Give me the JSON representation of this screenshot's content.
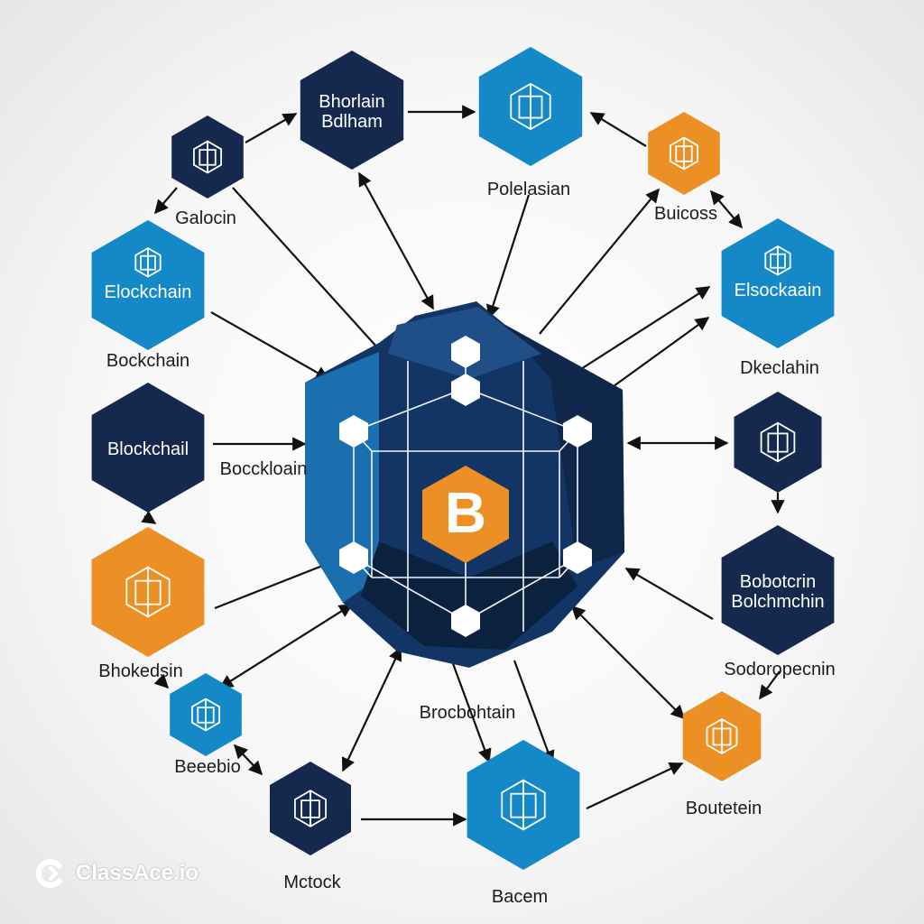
{
  "colors": {
    "navy": "#14294d",
    "blue": "#1588c8",
    "orange": "#ec8f25",
    "line": "#111111"
  },
  "center": {
    "symbol": "B"
  },
  "nodes": [
    {
      "id": "n1",
      "color": "navy",
      "inner_text": [
        "Bhorlain",
        "Bdlham"
      ],
      "icon": null
    },
    {
      "id": "n2",
      "color": "blue",
      "inner_text": [],
      "icon": "cube-icon"
    },
    {
      "id": "n3",
      "color": "navy",
      "inner_text": [],
      "icon": "cube-icon"
    },
    {
      "id": "n4",
      "color": "orange",
      "inner_text": [],
      "icon": "cube-icon"
    },
    {
      "id": "n5",
      "color": "blue",
      "inner_text": [
        "Elockchain"
      ],
      "icon": "cube-icon"
    },
    {
      "id": "n6",
      "color": "blue",
      "inner_text": [
        "Elsockaain"
      ],
      "icon": "cube-icon"
    },
    {
      "id": "n7",
      "color": "navy",
      "inner_text": [
        "Blockchail"
      ],
      "icon": null
    },
    {
      "id": "n8",
      "color": "navy",
      "inner_text": [],
      "icon": "cube-icon"
    },
    {
      "id": "n9",
      "color": "orange",
      "inner_text": [],
      "icon": "cube-icon"
    },
    {
      "id": "n10",
      "color": "navy",
      "inner_text": [
        "Bobotcrin",
        "Bolchmchin"
      ],
      "icon": null
    },
    {
      "id": "n11",
      "color": "blue",
      "inner_text": [],
      "icon": "cube-icon"
    },
    {
      "id": "n12",
      "color": "orange",
      "inner_text": [],
      "icon": "cube-icon"
    },
    {
      "id": "n13",
      "color": "navy",
      "inner_text": [],
      "icon": "cube-icon"
    },
    {
      "id": "n14",
      "color": "blue",
      "inner_text": [],
      "icon": "cube-icon"
    }
  ],
  "labels": [
    "Polelasian",
    "Galocin",
    "Buicoss",
    "Bockchain",
    "Dkeclahin",
    "Bocckloain",
    "Bhokedsin",
    "Sodoropecnin",
    "Brocbohtain",
    "Beeebio",
    "Boutetein",
    "Mctock",
    "Bacem"
  ],
  "watermark": {
    "text": "ClassAce.io"
  }
}
